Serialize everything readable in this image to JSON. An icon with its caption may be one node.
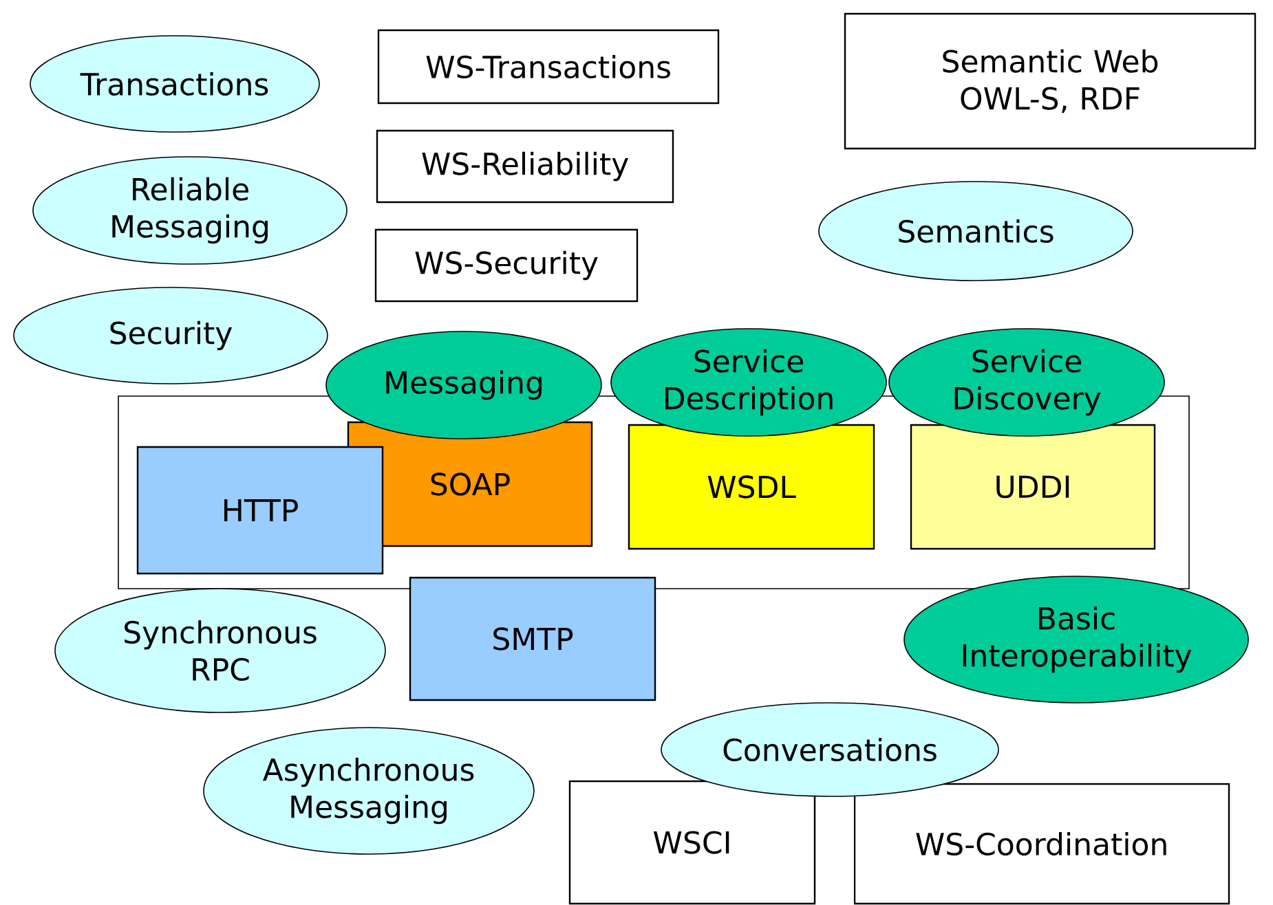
{
  "diagram": {
    "nodes": [
      {
        "text": [
          "Transactions"
        ]
      },
      {
        "text": [
          "WS-Transactions"
        ]
      },
      {
        "text": [
          "Semantic Web OWL-S, RDF"
        ]
      },
      {
        "text": [
          "Reliable Messaging"
        ]
      },
      {
        "text": [
          "WS-Reliability"
        ]
      },
      {
        "text": [
          "Semantics"
        ]
      },
      {
        "text": [
          "WS-Security"
        ]
      },
      {
        "text": [
          "Security"
        ]
      },
      {
        "text": [],
        "shape": "box"
      },
      {
        "text": [
          "Messaging"
        ]
      },
      {
        "text": [
          "Service Description"
        ]
      },
      {
        "text": [
          "Service Discovery"
        ]
      },
      {
        "text": [
          "HTTP"
        ],
        "in": 8
      },
      {
        "text": [
          "SOAP"
        ],
        "in": 8
      },
      {
        "text": [
          "WSDL"
        ],
        "in": 8
      },
      {
        "text": [
          "UDDI"
        ],
        "in": 8
      },
      {
        "text": [
          "Synchronous RPC"
        ]
      },
      {
        "text": [
          "SMTP"
        ]
      },
      {
        "text": [
          "Basic Interoperability"
        ]
      },
      {
        "text": [
          "Asynchronous Messaging"
        ]
      },
      {
        "text": [
          "Conversations"
        ]
      },
      {
        "text": [
          "WSCI"
        ]
      },
      {
        "text": [
          "WS-Coordination"
        ]
      }
    ]
  }
}
